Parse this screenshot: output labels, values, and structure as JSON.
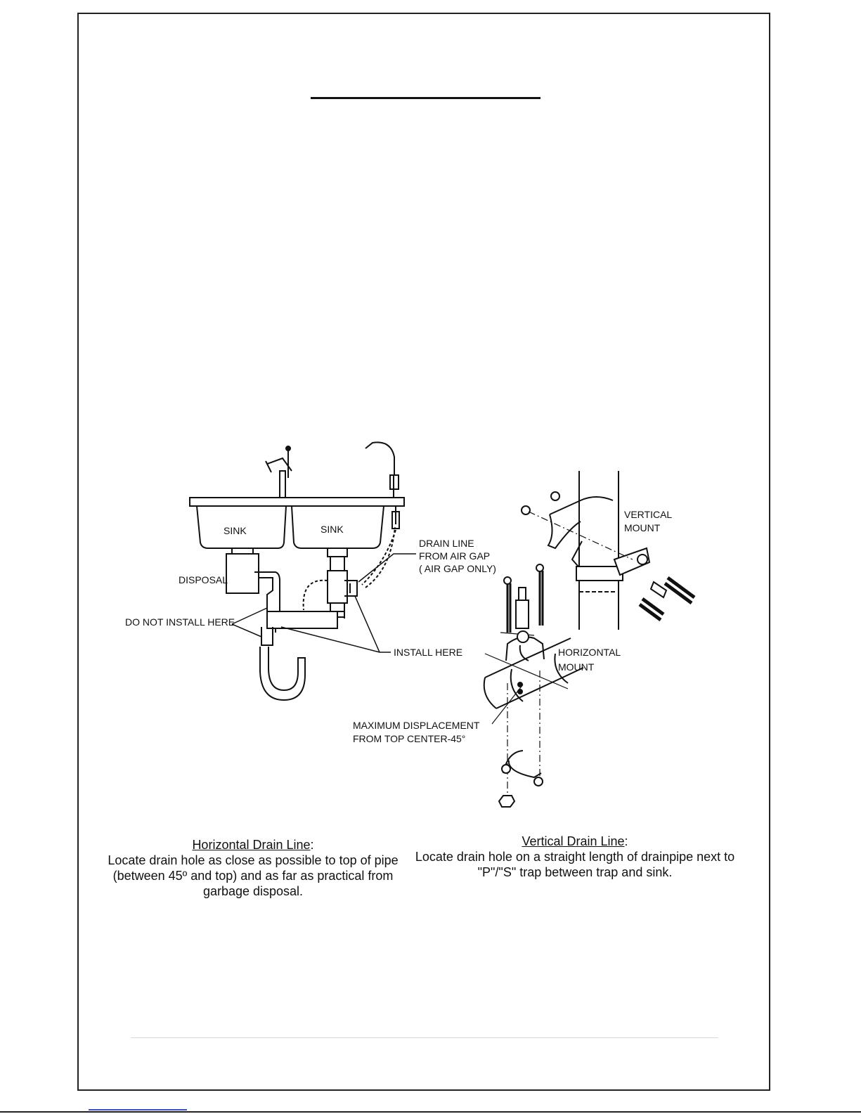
{
  "labels": {
    "sink_left": "SINK",
    "sink_right": "SINK",
    "disposal": "DISPOSAL",
    "drain_line_1": "DRAIN LINE",
    "drain_line_2": "FROM AIR GAP",
    "drain_line_3": "( AIR GAP ONLY)",
    "do_not_install": "DO NOT INSTALL HERE",
    "install_here": "INSTALL HERE",
    "vertical_1": "VERTICAL",
    "vertical_2": "MOUNT",
    "horizontal_1": "HORIZONTAL",
    "horizontal_2": "MOUNT",
    "max_disp_1": "MAXIMUM DISPLACEMENT",
    "max_disp_2": "FROM TOP CENTER-45°"
  },
  "captions": {
    "horizontal": {
      "heading": "Horizontal Drain Line",
      "colon": ":",
      "lines": [
        "Locate drain hole as close as possible to top of pipe",
        "(between 45º and top) and as far as practical from",
        "garbage disposal."
      ]
    },
    "vertical": {
      "heading": "Vertical Drain Line",
      "colon": ":",
      "lines": [
        "Locate drain hole on a straight length of drainpipe next to",
        "\"P\"/\"S\" trap between trap and sink."
      ]
    }
  }
}
